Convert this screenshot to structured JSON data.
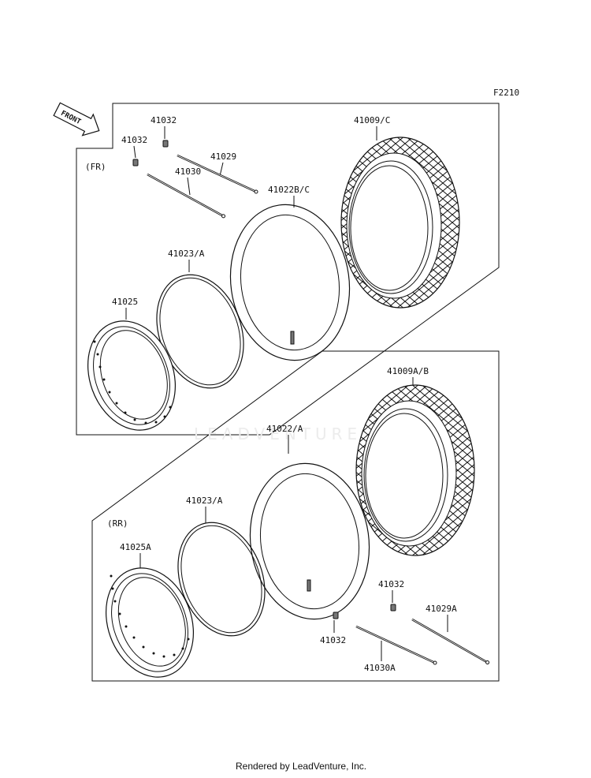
{
  "diagram_code": "F2210",
  "front_label": "FRONT",
  "watermark": "LEADVENTURE",
  "footer": "Rendered by LeadVenture, Inc.",
  "front_section": {
    "label": "(FR)",
    "parts": {
      "valve_cap": "41032",
      "valve_nut": "41032",
      "spoke_a": "41029",
      "spoke_b": "41030",
      "tire": "41009/C",
      "tube": "41022B/C",
      "rim_band": "41023/A",
      "rim": "41025"
    }
  },
  "rear_section": {
    "label": "(RR)",
    "parts": {
      "tire": "41009A/B",
      "tube": "41022/A",
      "rim_band": "41023/A",
      "rim": "41025A",
      "valve_cap": "41032",
      "valve_nut": "41032",
      "spoke_a": "41029A",
      "spoke_b": "41030A"
    }
  }
}
